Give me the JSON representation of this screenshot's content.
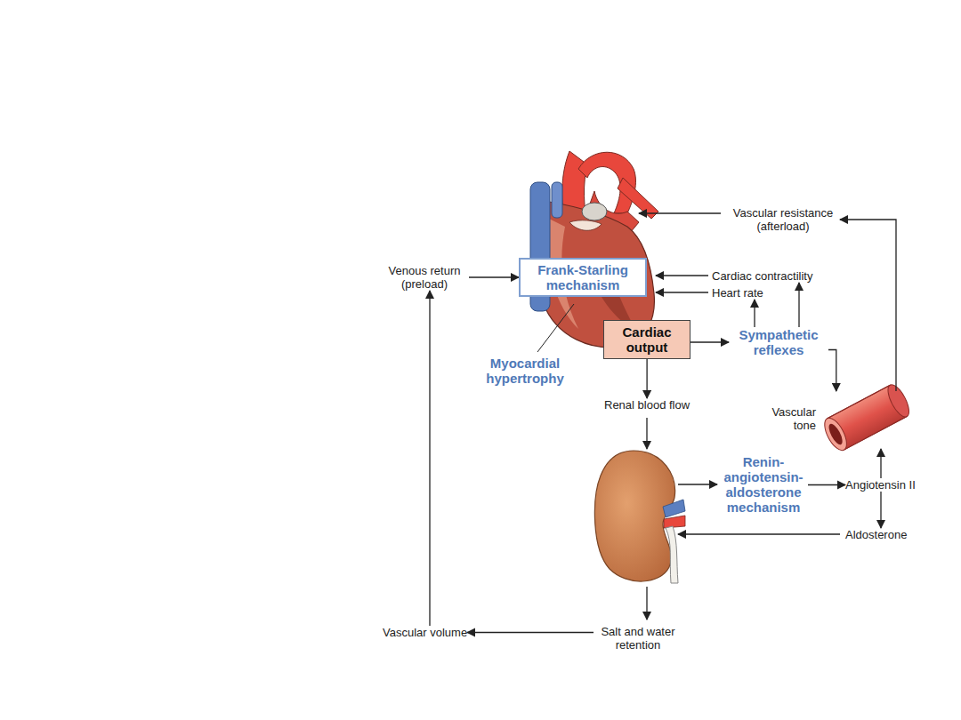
{
  "diagram": {
    "nodes": [
      {
        "text": [
          "Venous return (preload)"
        ]
      },
      {
        "text": [
          "Frank-Starling mechanism"
        ]
      },
      {
        "text": [
          "Vascular resistance (afterload)"
        ]
      },
      {
        "text": [
          "Cardiac contractility"
        ]
      },
      {
        "text": [
          "Heart rate"
        ]
      },
      {
        "text": [
          "Cardiac output"
        ]
      },
      {
        "text": [
          "Sympathetic reflexes"
        ]
      },
      {
        "text": [
          "Renal blood flow"
        ]
      },
      {
        "text": [
          "Renin-angiotensin-aldosterone mechanism"
        ]
      },
      {
        "text": [
          "Angiotensin II"
        ]
      },
      {
        "text": [
          "Aldosterone"
        ]
      },
      {
        "text": [
          "Vascular tone"
        ]
      },
      {
        "text": [
          "Salt and water retention"
        ]
      },
      {
        "text": [
          "Vascular volume"
        ]
      }
    ],
    "edges": [
      {
        "from": 0,
        "to": 1,
        "arrow": "to"
      },
      {
        "from": 11,
        "to": 2,
        "arrow": "to"
      },
      {
        "from": 5,
        "to": 6,
        "arrow": "to"
      },
      {
        "from": 6,
        "to": 4,
        "arrow": "to"
      },
      {
        "from": 6,
        "to": 3,
        "arrow": "to"
      },
      {
        "from": 6,
        "to": 11,
        "arrow": "to"
      },
      {
        "from": 5,
        "to": 7,
        "arrow": "to"
      },
      {
        "from": 8,
        "to": 9,
        "arrow": "to"
      },
      {
        "from": 9,
        "to": 11,
        "arrow": "to"
      },
      {
        "from": 9,
        "to": 10,
        "arrow": "to"
      },
      {
        "from": 12,
        "to": 13,
        "arrow": "to"
      },
      {
        "from": 13,
        "to": 0,
        "arrow": "to"
      }
    ],
    "labels": [
      "Myocardial hypertrophy"
    ]
  }
}
